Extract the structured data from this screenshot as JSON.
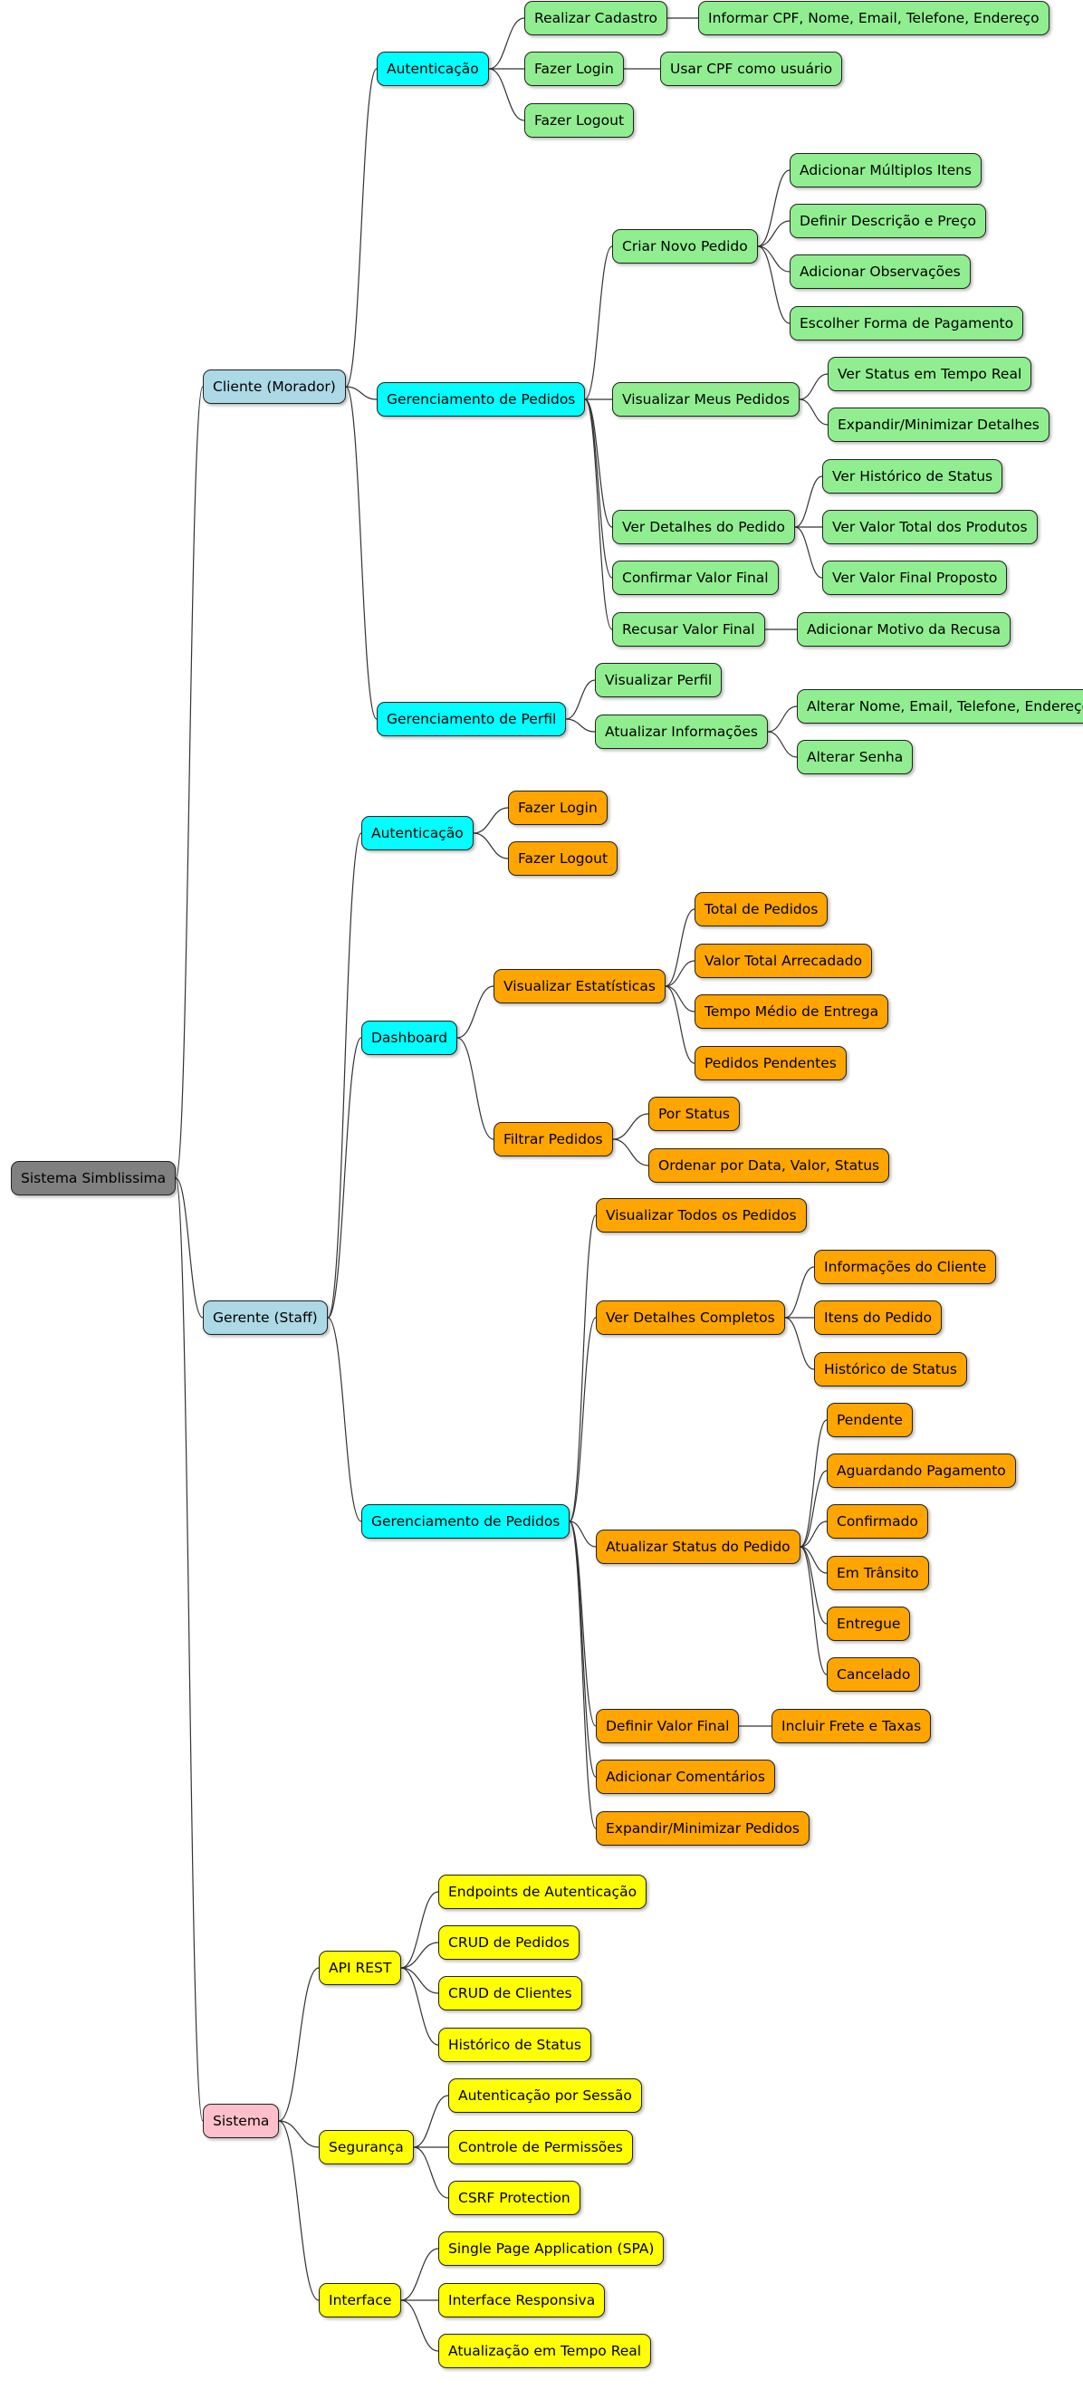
{
  "colors": {
    "root": "#808080",
    "group": "#add8e6",
    "group_sistema": "#ffc0cb",
    "module": "#00ffff",
    "cliente_leaf": "#90ee90",
    "gerente_leaf": "#ffa500",
    "sistema_leaf": "#ffff00"
  },
  "mindmap": {
    "root": "Sistema Simblissima",
    "nodes": [
      {
        "id": "cliente",
        "label": "Cliente (Morador)",
        "parent": "root",
        "role": "group"
      },
      {
        "id": "c_aut",
        "label": "Autenticação",
        "parent": "cliente",
        "role": "module"
      },
      {
        "id": "c_cad",
        "label": "Realizar Cadastro",
        "parent": "c_aut",
        "role": "cliente_leaf"
      },
      {
        "id": "c_cad1",
        "label": "Informar CPF, Nome, Email, Telefone, Endereço",
        "parent": "c_cad",
        "role": "cliente_leaf"
      },
      {
        "id": "c_login",
        "label": "Fazer Login",
        "parent": "c_aut",
        "role": "cliente_leaf"
      },
      {
        "id": "c_login1",
        "label": "Usar CPF como usuário",
        "parent": "c_login",
        "role": "cliente_leaf"
      },
      {
        "id": "c_logout",
        "label": "Fazer Logout",
        "parent": "c_aut",
        "role": "cliente_leaf"
      },
      {
        "id": "c_ped",
        "label": "Gerenciamento de Pedidos",
        "parent": "cliente",
        "role": "module"
      },
      {
        "id": "c_novo",
        "label": "Criar Novo Pedido",
        "parent": "c_ped",
        "role": "cliente_leaf"
      },
      {
        "id": "c_novo1",
        "label": "Adicionar Múltiplos Itens",
        "parent": "c_novo",
        "role": "cliente_leaf"
      },
      {
        "id": "c_novo2",
        "label": "Definir Descrição e Preço",
        "parent": "c_novo",
        "role": "cliente_leaf"
      },
      {
        "id": "c_novo3",
        "label": "Adicionar Observações",
        "parent": "c_novo",
        "role": "cliente_leaf"
      },
      {
        "id": "c_novo4",
        "label": "Escolher Forma de Pagamento",
        "parent": "c_novo",
        "role": "cliente_leaf"
      },
      {
        "id": "c_vis",
        "label": "Visualizar Meus Pedidos",
        "parent": "c_ped",
        "role": "cliente_leaf"
      },
      {
        "id": "c_vis1",
        "label": "Ver Status em Tempo Real",
        "parent": "c_vis",
        "role": "cliente_leaf"
      },
      {
        "id": "c_vis2",
        "label": "Expandir/Minimizar Detalhes",
        "parent": "c_vis",
        "role": "cliente_leaf"
      },
      {
        "id": "c_det",
        "label": "Ver Detalhes do Pedido",
        "parent": "c_ped",
        "role": "cliente_leaf"
      },
      {
        "id": "c_det1",
        "label": "Ver Histórico de Status",
        "parent": "c_det",
        "role": "cliente_leaf"
      },
      {
        "id": "c_det2",
        "label": "Ver Valor Total dos Produtos",
        "parent": "c_det",
        "role": "cliente_leaf"
      },
      {
        "id": "c_det3",
        "label": "Ver Valor Final Proposto",
        "parent": "c_det",
        "role": "cliente_leaf"
      },
      {
        "id": "c_conf",
        "label": "Confirmar Valor Final",
        "parent": "c_ped",
        "role": "cliente_leaf"
      },
      {
        "id": "c_rec",
        "label": "Recusar Valor Final",
        "parent": "c_ped",
        "role": "cliente_leaf"
      },
      {
        "id": "c_rec1",
        "label": "Adicionar Motivo da Recusa",
        "parent": "c_rec",
        "role": "cliente_leaf"
      },
      {
        "id": "c_perf",
        "label": "Gerenciamento de Perfil",
        "parent": "cliente",
        "role": "module"
      },
      {
        "id": "c_perf1",
        "label": "Visualizar Perfil",
        "parent": "c_perf",
        "role": "cliente_leaf"
      },
      {
        "id": "c_perf2",
        "label": "Atualizar Informações",
        "parent": "c_perf",
        "role": "cliente_leaf"
      },
      {
        "id": "c_perf2a",
        "label": "Alterar Nome, Email, Telefone, Endereço",
        "parent": "c_perf2",
        "role": "cliente_leaf"
      },
      {
        "id": "c_perf2b",
        "label": "Alterar Senha",
        "parent": "c_perf2",
        "role": "cliente_leaf"
      },
      {
        "id": "gerente",
        "label": "Gerente (Staff)",
        "parent": "root",
        "role": "group"
      },
      {
        "id": "g_aut",
        "label": "Autenticação",
        "parent": "gerente",
        "role": "module"
      },
      {
        "id": "g_login",
        "label": "Fazer Login",
        "parent": "g_aut",
        "role": "gerente_leaf"
      },
      {
        "id": "g_logout",
        "label": "Fazer Logout",
        "parent": "g_aut",
        "role": "gerente_leaf"
      },
      {
        "id": "g_dash",
        "label": "Dashboard",
        "parent": "gerente",
        "role": "module"
      },
      {
        "id": "g_est",
        "label": "Visualizar Estatísticas",
        "parent": "g_dash",
        "role": "gerente_leaf"
      },
      {
        "id": "g_est1",
        "label": "Total de Pedidos",
        "parent": "g_est",
        "role": "gerente_leaf"
      },
      {
        "id": "g_est2",
        "label": "Valor Total Arrecadado",
        "parent": "g_est",
        "role": "gerente_leaf"
      },
      {
        "id": "g_est3",
        "label": "Tempo Médio de Entrega",
        "parent": "g_est",
        "role": "gerente_leaf"
      },
      {
        "id": "g_est4",
        "label": "Pedidos Pendentes",
        "parent": "g_est",
        "role": "gerente_leaf"
      },
      {
        "id": "g_fil",
        "label": "Filtrar Pedidos",
        "parent": "g_dash",
        "role": "gerente_leaf"
      },
      {
        "id": "g_fil1",
        "label": "Por Status",
        "parent": "g_fil",
        "role": "gerente_leaf"
      },
      {
        "id": "g_fil2",
        "label": "Ordenar por Data, Valor, Status",
        "parent": "g_fil",
        "role": "gerente_leaf"
      },
      {
        "id": "g_ped",
        "label": "Gerenciamento de Pedidos",
        "parent": "gerente",
        "role": "module"
      },
      {
        "id": "g_todos",
        "label": "Visualizar Todos os Pedidos",
        "parent": "g_ped",
        "role": "gerente_leaf"
      },
      {
        "id": "g_det",
        "label": "Ver Detalhes Completos",
        "parent": "g_ped",
        "role": "gerente_leaf"
      },
      {
        "id": "g_det1",
        "label": "Informações do Cliente",
        "parent": "g_det",
        "role": "gerente_leaf"
      },
      {
        "id": "g_det2",
        "label": "Itens do Pedido",
        "parent": "g_det",
        "role": "gerente_leaf"
      },
      {
        "id": "g_det3",
        "label": "Histórico de Status",
        "parent": "g_det",
        "role": "gerente_leaf"
      },
      {
        "id": "g_stat",
        "label": "Atualizar Status do Pedido",
        "parent": "g_ped",
        "role": "gerente_leaf"
      },
      {
        "id": "g_stat1",
        "label": "Pendente",
        "parent": "g_stat",
        "role": "gerente_leaf"
      },
      {
        "id": "g_stat2",
        "label": "Aguardando Pagamento",
        "parent": "g_stat",
        "role": "gerente_leaf"
      },
      {
        "id": "g_stat3",
        "label": "Confirmado",
        "parent": "g_stat",
        "role": "gerente_leaf"
      },
      {
        "id": "g_stat4",
        "label": "Em Trânsito",
        "parent": "g_stat",
        "role": "gerente_leaf"
      },
      {
        "id": "g_stat5",
        "label": "Entregue",
        "parent": "g_stat",
        "role": "gerente_leaf"
      },
      {
        "id": "g_stat6",
        "label": "Cancelado",
        "parent": "g_stat",
        "role": "gerente_leaf"
      },
      {
        "id": "g_val",
        "label": "Definir Valor Final",
        "parent": "g_ped",
        "role": "gerente_leaf"
      },
      {
        "id": "g_val1",
        "label": "Incluir Frete e Taxas",
        "parent": "g_val",
        "role": "gerente_leaf"
      },
      {
        "id": "g_com",
        "label": "Adicionar Comentários",
        "parent": "g_ped",
        "role": "gerente_leaf"
      },
      {
        "id": "g_exp",
        "label": "Expandir/Minimizar Pedidos",
        "parent": "g_ped",
        "role": "gerente_leaf"
      },
      {
        "id": "sis",
        "label": "Sistema",
        "parent": "root",
        "role": "group_sistema"
      },
      {
        "id": "s_api",
        "label": "API REST",
        "parent": "sis",
        "role": "sistema_leaf"
      },
      {
        "id": "s_api1",
        "label": "Endpoints de Autenticação",
        "parent": "s_api",
        "role": "sistema_leaf"
      },
      {
        "id": "s_api2",
        "label": "CRUD de Pedidos",
        "parent": "s_api",
        "role": "sistema_leaf"
      },
      {
        "id": "s_api3",
        "label": "CRUD de Clientes",
        "parent": "s_api",
        "role": "sistema_leaf"
      },
      {
        "id": "s_api4",
        "label": "Histórico de Status",
        "parent": "s_api",
        "role": "sistema_leaf"
      },
      {
        "id": "s_seg",
        "label": "Segurança",
        "parent": "sis",
        "role": "sistema_leaf"
      },
      {
        "id": "s_seg1",
        "label": "Autenticação por Sessão",
        "parent": "s_seg",
        "role": "sistema_leaf"
      },
      {
        "id": "s_seg2",
        "label": "Controle de Permissões",
        "parent": "s_seg",
        "role": "sistema_leaf"
      },
      {
        "id": "s_seg3",
        "label": "CSRF Protection",
        "parent": "s_seg",
        "role": "sistema_leaf"
      },
      {
        "id": "s_int",
        "label": "Interface",
        "parent": "sis",
        "role": "sistema_leaf"
      },
      {
        "id": "s_int1",
        "label": "Single Page Application (SPA)",
        "parent": "s_int",
        "role": "sistema_leaf"
      },
      {
        "id": "s_int2",
        "label": "Interface Responsiva",
        "parent": "s_int",
        "role": "sistema_leaf"
      },
      {
        "id": "s_int3",
        "label": "Atualização em Tempo Real",
        "parent": "s_int",
        "role": "sistema_leaf"
      }
    ]
  }
}
